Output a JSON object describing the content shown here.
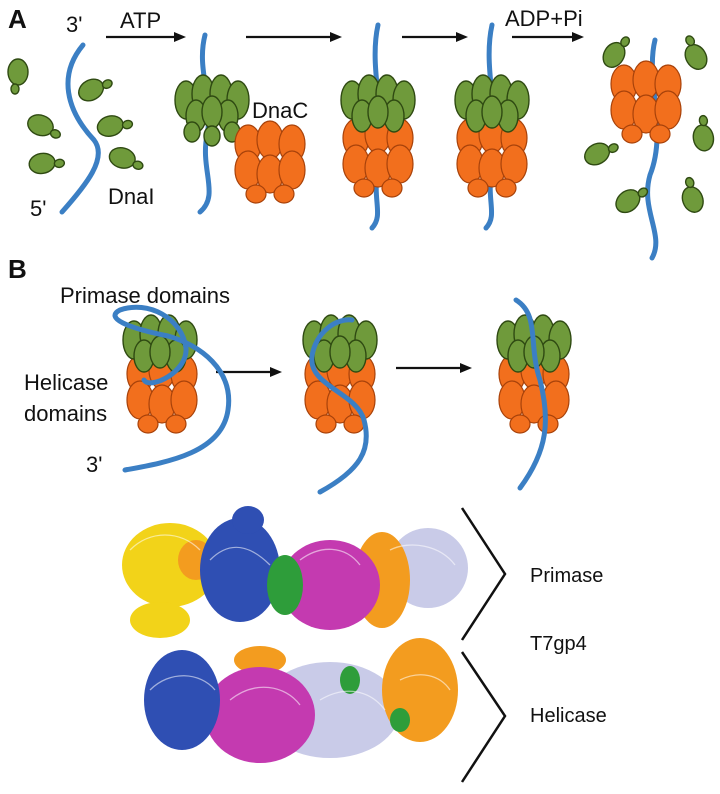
{
  "panels": {
    "a": "A",
    "b": "B"
  },
  "colors": {
    "dna": "#3b7fc4",
    "dnab": "#6f9a3b",
    "dnac": "#f26f1d",
    "yellow": "#f2d319",
    "blue": "#2f4fb3",
    "green": "#2e9d3a",
    "magenta": "#c43ab0",
    "orange": "#f39c1f",
    "lavender": "#c9cbe8"
  },
  "panel_a": {
    "label_3prime": "3'",
    "label_5prime": "5'",
    "label_atp": "ATP",
    "label_adp": "ADP+Pi",
    "label_dnac": "DnaC",
    "label_dnai": "DnaI"
  },
  "panel_b": {
    "label_primase": "Primase domains",
    "label_helicase_1": "Helicase",
    "label_helicase_2": "domains",
    "label_3prime": "3'"
  },
  "structure": {
    "label_primase": "Primase",
    "label_name": "T7gp4",
    "label_helicase": "Helicase"
  }
}
